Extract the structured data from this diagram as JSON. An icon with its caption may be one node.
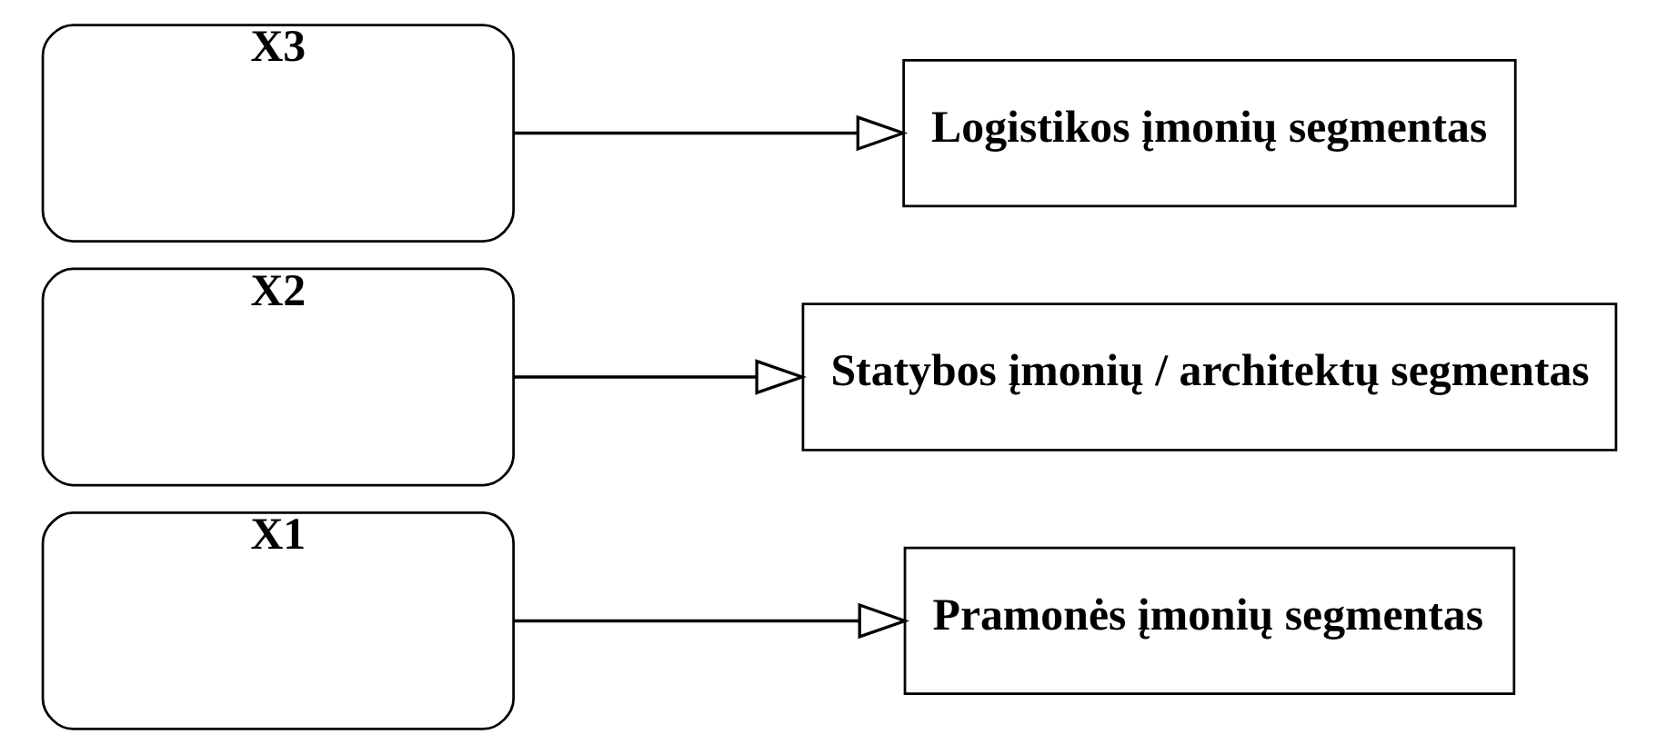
{
  "diagram": {
    "nodes": [
      {
        "text": [
          "X1"
        ]
      },
      {
        "text": [
          "X2"
        ]
      },
      {
        "text": [
          "X3"
        ]
      },
      {
        "text": [
          "Pramonės įmonių segmentas"
        ]
      },
      {
        "text": [
          "Statybos įmonių / architektų segmentas"
        ]
      },
      {
        "text": [
          "Logistikos įmonių segmentas"
        ]
      }
    ],
    "edges": [
      {
        "from": 0,
        "to": 3,
        "arrow": "to"
      },
      {
        "from": 1,
        "to": 4,
        "arrow": "to"
      },
      {
        "from": 2,
        "to": 5,
        "arrow": "to"
      }
    ]
  }
}
